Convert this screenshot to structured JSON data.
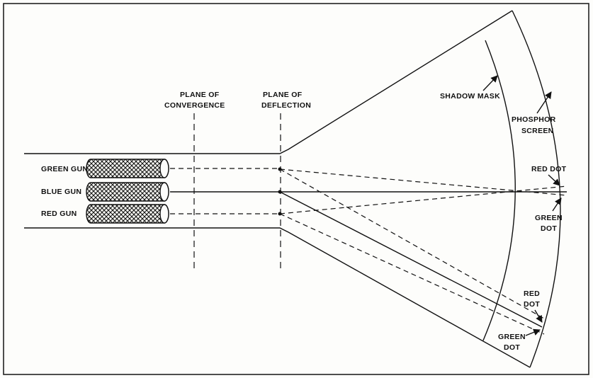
{
  "diagram": {
    "labels": {
      "plane_convergence_1": "PLANE OF",
      "plane_convergence_2": "CONVERGENCE",
      "plane_deflection_1": "PLANE OF",
      "plane_deflection_2": "DEFLECTION",
      "shadow_mask": "SHADOW MASK",
      "phosphor_1": "PHOSPHOR",
      "phosphor_2": "SCREEN",
      "green_gun": "GREEN GUN",
      "blue_gun": "BLUE GUN",
      "red_gun": "RED GUN",
      "red_dot_upper": "RED DOT",
      "green_dot_upper_1": "GREEN",
      "green_dot_upper_2": "DOT",
      "red_dot_lower_1": "RED",
      "red_dot_lower_2": "DOT",
      "green_dot_lower_1": "GREEN",
      "green_dot_lower_2": "DOT"
    }
  }
}
